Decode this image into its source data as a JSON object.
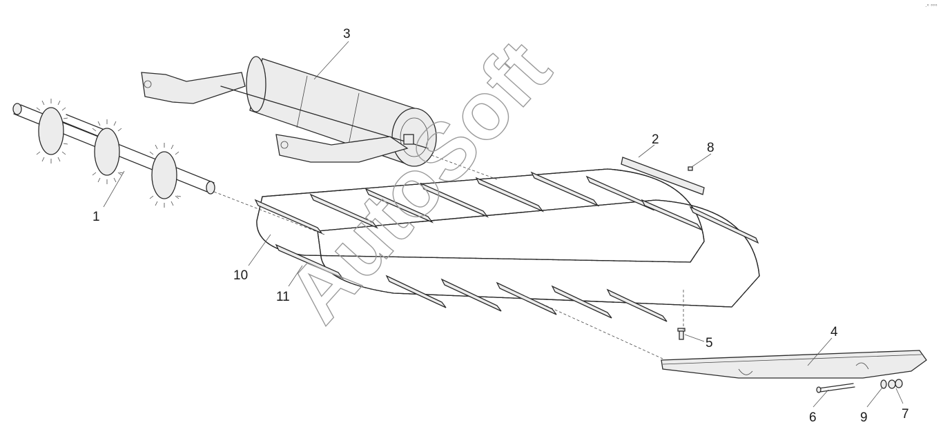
{
  "callouts": [
    {
      "id": "c1",
      "label": "1"
    },
    {
      "id": "c2",
      "label": "2"
    },
    {
      "id": "c3",
      "label": "3"
    },
    {
      "id": "c4",
      "label": "4"
    },
    {
      "id": "c5",
      "label": "5"
    },
    {
      "id": "c6",
      "label": "6"
    },
    {
      "id": "c7",
      "label": "7"
    },
    {
      "id": "c8",
      "label": "8"
    },
    {
      "id": "c9",
      "label": "9"
    },
    {
      "id": "c10",
      "label": "10"
    },
    {
      "id": "c11",
      "label": "11"
    }
  ],
  "watermark": "AutoSoft",
  "corner_mark": "·° °°°",
  "colors": {
    "line": "#2a2a2a",
    "background": "#ffffff",
    "watermark": "#9a9a9a"
  }
}
